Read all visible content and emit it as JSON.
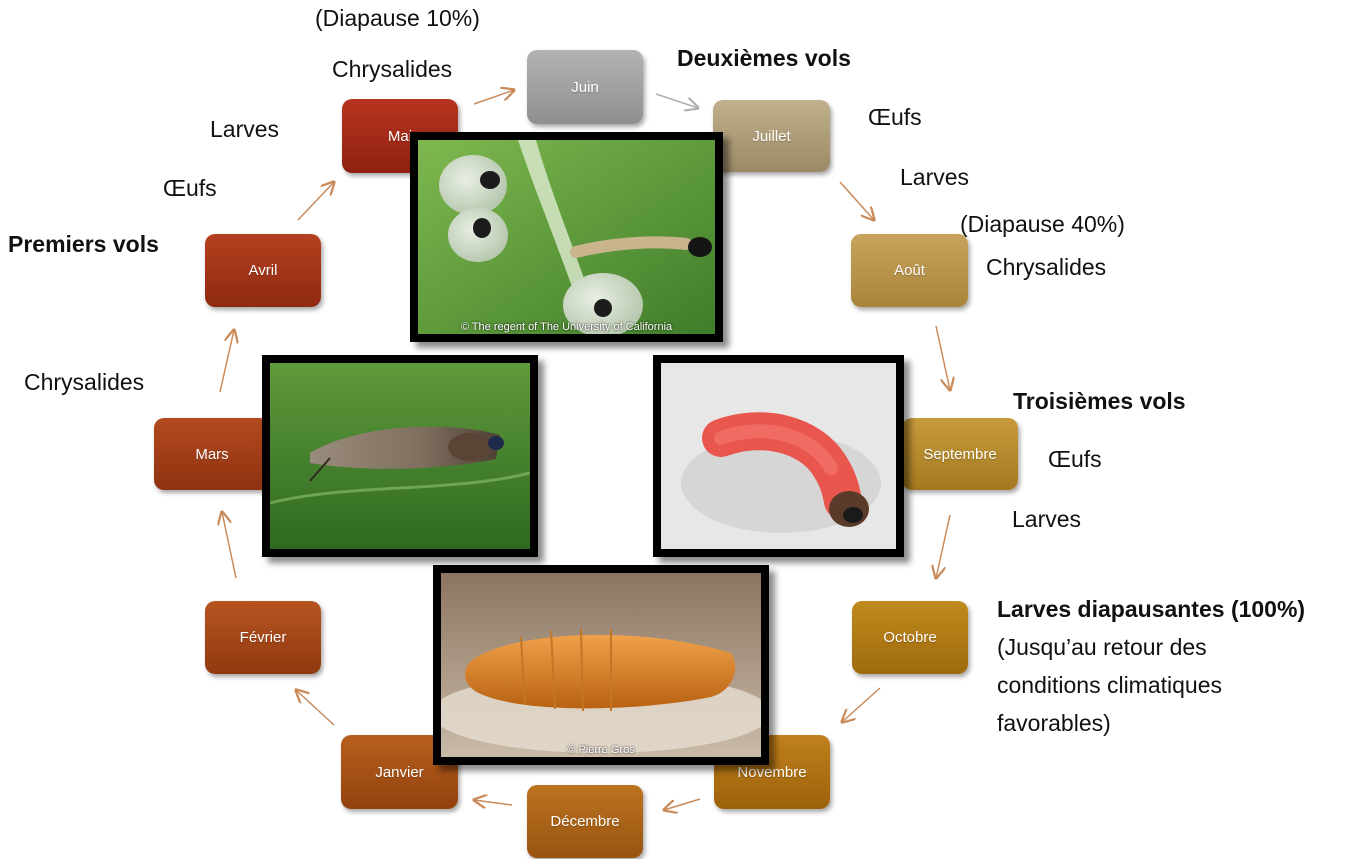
{
  "months": {
    "juin": "Juin",
    "juillet": "Juillet",
    "aout": "Août",
    "septembre": "Septembre",
    "octobre": "Octobre",
    "novembre": "Novembre",
    "decembre": "Décembre",
    "janvier": "Janvier",
    "fevrier": "Février",
    "mars": "Mars",
    "avril": "Avril",
    "mai": "Mai"
  },
  "labels": {
    "diapause_10": "(Diapause 10%)",
    "chrysalides_mai": "Chrysalides",
    "deuxiemes_vols": "Deuxièmes vols",
    "larves_mai": "Larves",
    "oeufs_juillet": "Œufs",
    "oeufs_avril": "Œufs",
    "larves_juillet": "Larves",
    "premiers_vols": "Premiers vols",
    "diapause_40": "(Diapause 40%)",
    "chrysalides_aout": "Chrysalides",
    "chrysalides_mars": "Chrysalides",
    "troisiemes_vols": "Troisièmes vols",
    "oeufs_septembre": "Œufs",
    "larves_septembre": "Larves",
    "larves_diapausantes": "Larves diapausantes (100%)",
    "retour_line1": "(Jusqu’au retour des",
    "retour_line2": "conditions climatiques",
    "retour_line3": "favorables)"
  },
  "photos": {
    "credit_eggs": "© The regent of The University of California",
    "credit_pupa": "© Pierre Gros"
  },
  "colors": {
    "arrow": "#c98a5a",
    "arrow_grey": "#b0b0b0"
  }
}
